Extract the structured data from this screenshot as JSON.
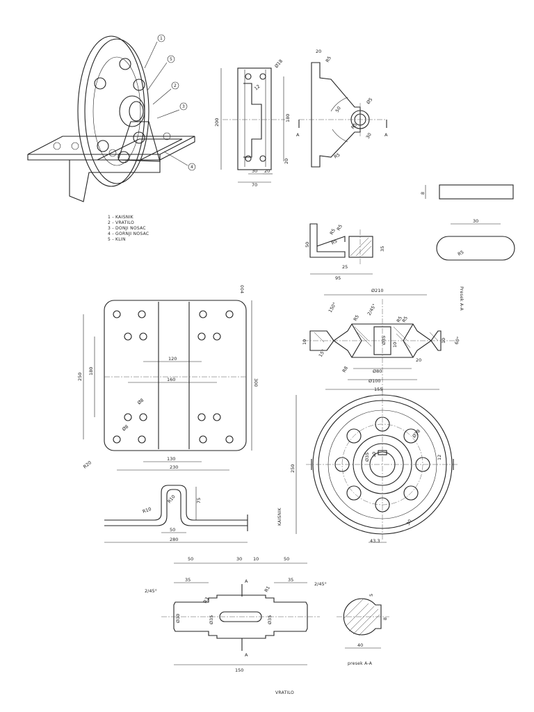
{
  "sheet_title": "VRATILO",
  "page_number": "004",
  "legend": {
    "callouts": [
      "1",
      "5",
      "2",
      "3",
      "4"
    ],
    "items": [
      "1 - KAISNIK",
      "2 - VRATILO",
      "3 - DONJI NOSAC",
      "4 - GORNJI NOSAC",
      "5 - KLIN"
    ]
  },
  "bracket_front": {
    "dims": [
      "Ø18",
      "12",
      "200",
      "180",
      "20",
      "30",
      "20",
      "70"
    ]
  },
  "bracket_side": {
    "dims": [
      "20",
      "R5",
      "R5",
      "Ø5",
      "50",
      "30",
      "R5",
      "A",
      "A"
    ]
  },
  "key_part": {
    "dims": [
      "8",
      "30",
      "R5"
    ]
  },
  "bracket_section": {
    "dims": [
      "50",
      "R5",
      "R5",
      "35",
      "R5",
      "25",
      "95"
    ]
  },
  "pulley_section": {
    "title": "Presek A-A",
    "dims": [
      "Ø210",
      "150°",
      "2/45°",
      "R5",
      "R5",
      "R5",
      "10",
      "60°",
      "15°",
      "10",
      "Ø35",
      "10",
      "Ø80",
      "Ø100",
      "155",
      "20",
      "R8"
    ]
  },
  "base_plate": {
    "dims": [
      "250",
      "180",
      "120",
      "160",
      "300",
      "Ø8",
      "Ø8",
      "130",
      "230",
      "R20"
    ]
  },
  "bracket_bottom": {
    "dims": [
      "R10",
      "R10",
      "75",
      "50",
      "280"
    ]
  },
  "pulley_front": {
    "label": "KAISNIK",
    "dims": [
      "250",
      "Ø38",
      "Ø35",
      "10",
      "12",
      "43.3",
      "30"
    ]
  },
  "shaft": {
    "dims": [
      "50",
      "30",
      "10",
      "50",
      "35",
      "35",
      "2/45°",
      "2/45°",
      "Ø30",
      "Ø35",
      "R3",
      "R1",
      "Ø35",
      "A",
      "A",
      "150"
    ]
  },
  "shaft_section": {
    "title": "presek A-A",
    "dims": [
      "5",
      "40",
      "8"
    ]
  }
}
